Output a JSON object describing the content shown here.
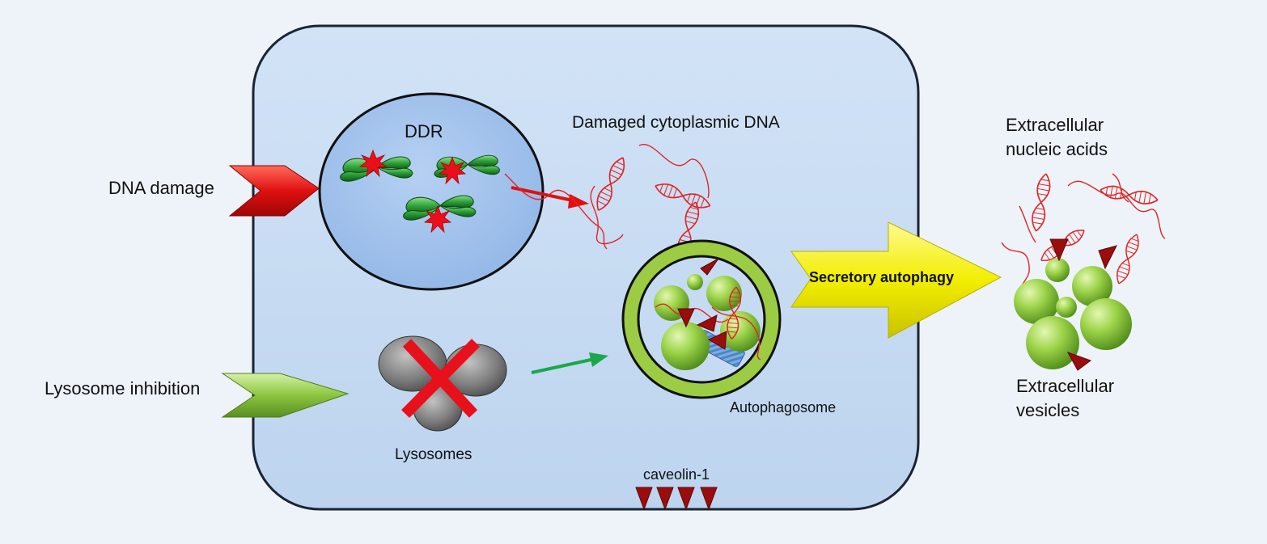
{
  "labels": {
    "dna_damage": "DNA damage",
    "lysosome_inhibition": "Lysosome inhibition",
    "ddr": "DDR",
    "damaged_cytoplasmic_dna": "Damaged cytoplasmic DNA",
    "lysosomes": "Lysosomes",
    "autophagosome": "Autophagosome",
    "caveolin": "caveolin-1",
    "secretory_autophagy": "Secretory autophagy",
    "extracellular_nucleic_acids_1": "Extracellular",
    "extracellular_nucleic_acids_2": "nucleic acids",
    "extracellular_vesicles_1": "Extracellular",
    "extracellular_vesicles_2": "vesicles"
  },
  "colors": {
    "cell_fill": "#c6dbf2",
    "nucleus_fill": "#a4c4ec",
    "dna_damage_arrow": "#e01010",
    "lysosome_arrow": "#8cc63f",
    "secretory_arrow": "#f2ee00",
    "chromosome": "#2fa33a",
    "damage_star": "#e8101a",
    "vesicle": "#9bd24a",
    "caveolin": "#9b0d0d",
    "lysosome": "#7a7a7a",
    "nucleic_acid": "#e02424"
  },
  "icons": {
    "damage": "starburst-icon",
    "inhibition": "x-cross-icon",
    "caveolin": "triangle-icon"
  }
}
